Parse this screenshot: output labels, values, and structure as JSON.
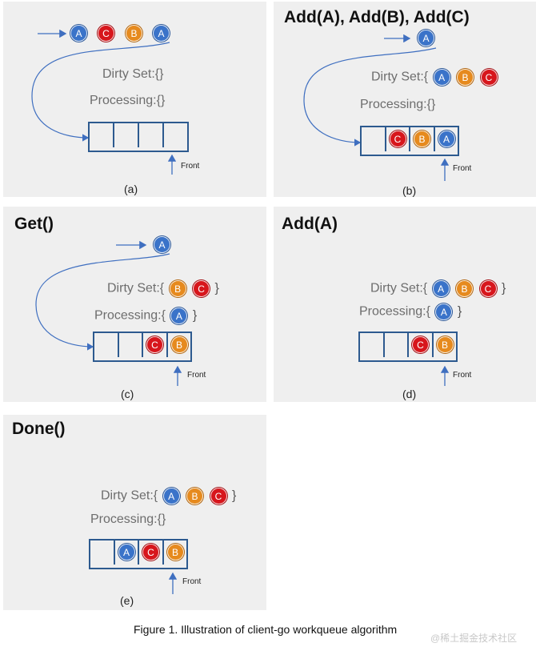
{
  "panels": {
    "a": {
      "sub": "(a)",
      "dirty_label": "Dirty Set:{}",
      "processing_label": "Processing:{}",
      "front": "Front"
    },
    "b": {
      "title": "Add(A), Add(B), Add(C)",
      "sub": "(b)",
      "dirty_label": "Dirty Set:{",
      "processing_label": "Processing:{}",
      "front": "Front"
    },
    "c": {
      "title": "Get()",
      "sub": "(c)",
      "dirty_label": "Dirty Set:{",
      "processing_label": "Processing:{",
      "front": "Front"
    },
    "d": {
      "title": "Add(A)",
      "sub": "(d)",
      "dirty_label": "Dirty Set:{",
      "processing_label": "Processing:{",
      "front": "Front"
    },
    "e": {
      "title": "Done()",
      "sub": "(e)",
      "dirty_label": "Dirty Set:{",
      "processing_label": "Processing:{}",
      "front": "Front"
    }
  },
  "letters": {
    "A": "A",
    "B": "B",
    "C": "C"
  },
  "close_brace": "}",
  "caption": "Figure 1. Illustration of client-go workqueue algorithm",
  "watermark": "@稀土掘金技术社区",
  "colors": {
    "A": "#3a73c9",
    "B": "#e68a1e",
    "C": "#d7161c",
    "arrow": "#3f6fc0",
    "queue": "#2d5a8f",
    "panel": "#efefef"
  }
}
